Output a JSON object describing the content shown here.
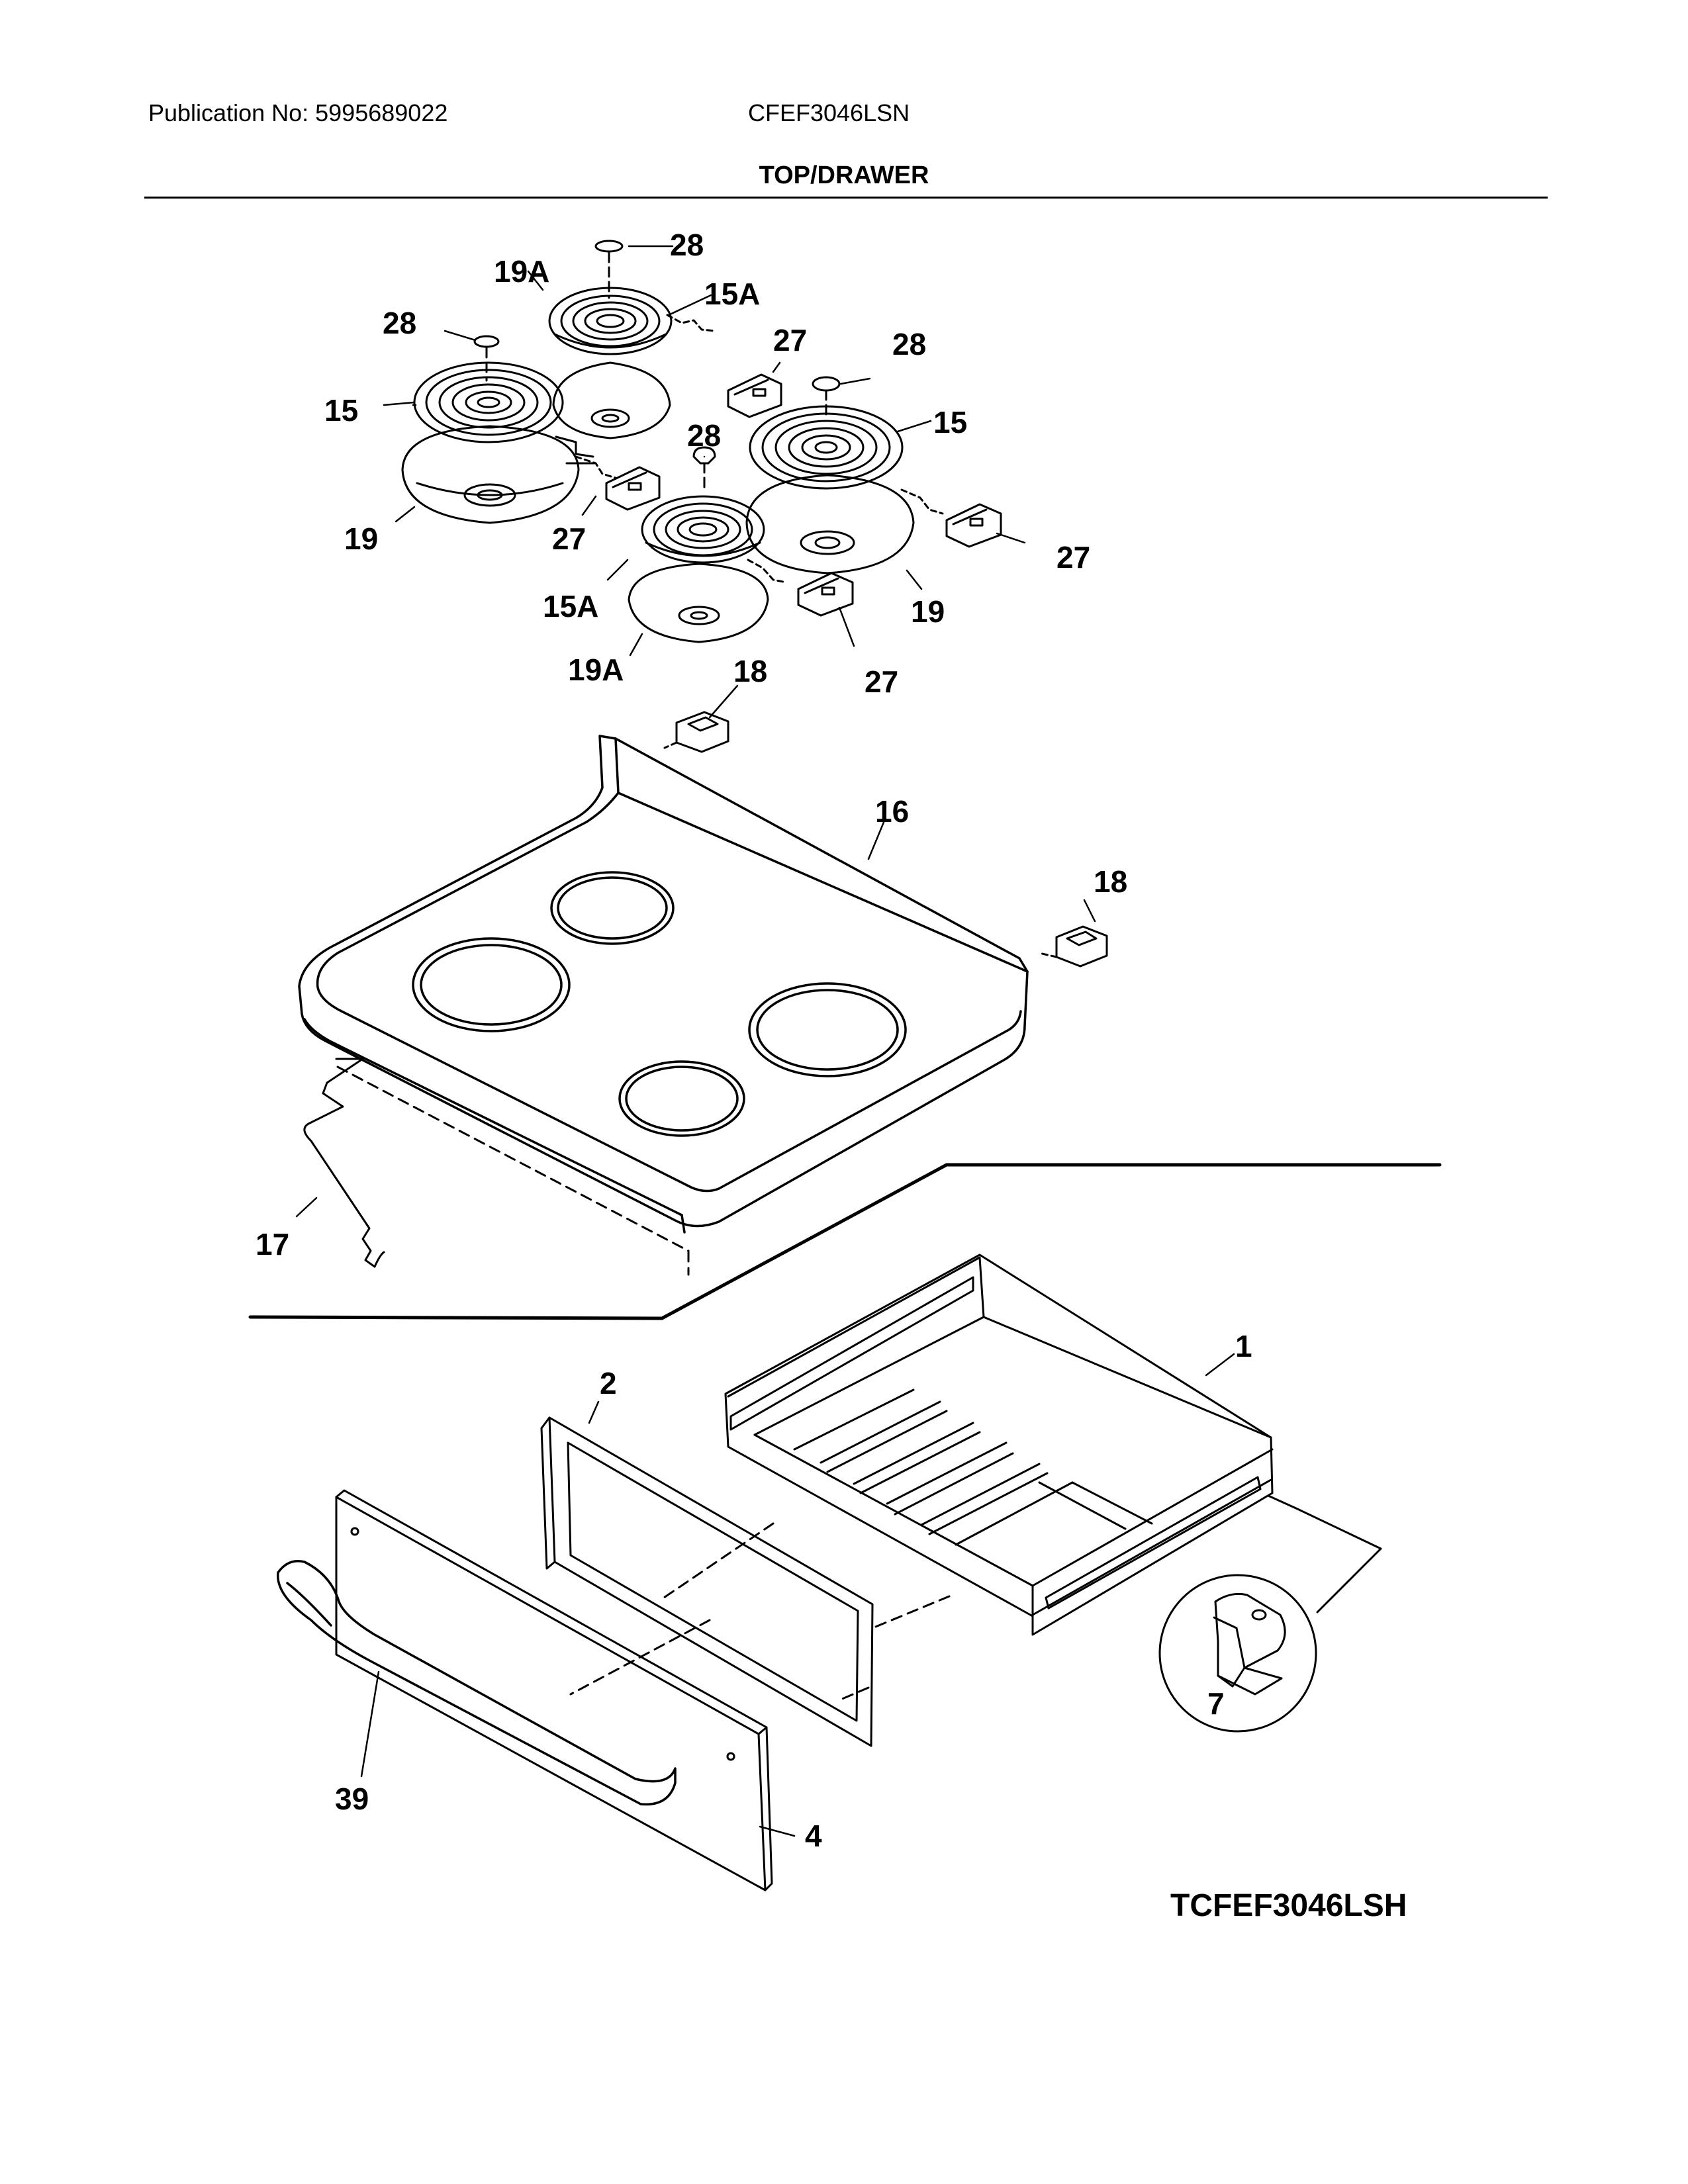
{
  "header": {
    "publication": "Publication No: 5995689022",
    "model": "CFEF3046LSN",
    "section_title": "TOP/DRAWER"
  },
  "figure_code": "TCFEF3046LSH",
  "part_labels": {
    "p28a": "28",
    "p28b": "28",
    "p28c": "28",
    "p28d": "28",
    "p19a_top": "19A",
    "p15a_top": "15A",
    "p27a": "27",
    "p27b": "27",
    "p27c": "27",
    "p27d": "27",
    "p15_left": "15",
    "p15_right": "15",
    "p19_left": "19",
    "p19_right": "19",
    "p15a_front": "15A",
    "p19a_front": "19A",
    "p18a": "18",
    "p18b": "18",
    "p16": "16",
    "p17": "17",
    "p1": "1",
    "p2": "2",
    "p7": "7",
    "p39": "39",
    "p4": "4"
  }
}
